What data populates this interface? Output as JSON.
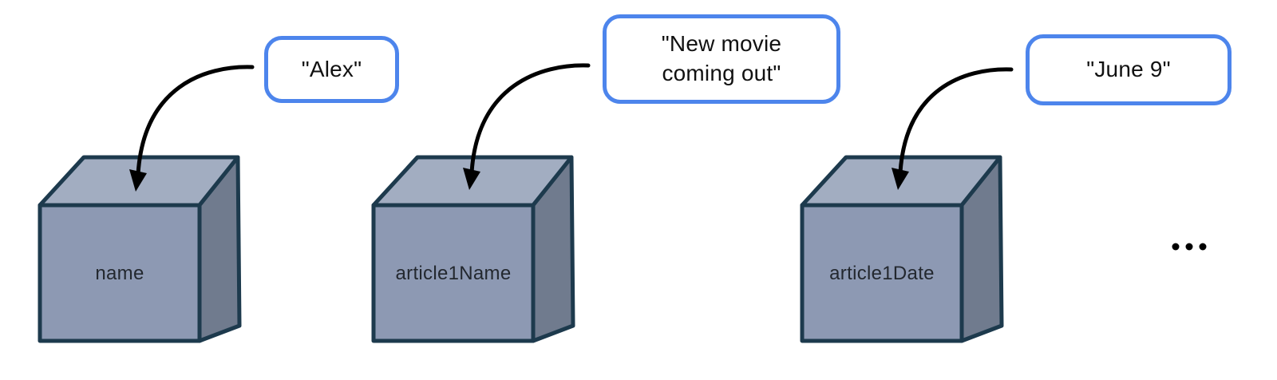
{
  "diagram": {
    "description": "Three 3D boxes representing variables, each receiving a string value via an arrow from a callout bubble",
    "variables": [
      {
        "label": "name",
        "value": "\"Alex\""
      },
      {
        "label": "article1Name",
        "value": "\"New movie\ncoming out\""
      },
      {
        "label": "article1Date",
        "value": "\"June 9\""
      }
    ],
    "more_indicator": "...",
    "colors": {
      "background": "#ffffff",
      "cube_top": "#a2adc1",
      "cube_front": "#8d99b3",
      "cube_side": "#707b8e",
      "cube_outline": "#1d3a4d",
      "callout_border": "#4d85ec",
      "callout_background": "#ffffff",
      "callout_text": "#111111",
      "cube_label_text": "#23282f",
      "arrow": "#000000"
    }
  }
}
